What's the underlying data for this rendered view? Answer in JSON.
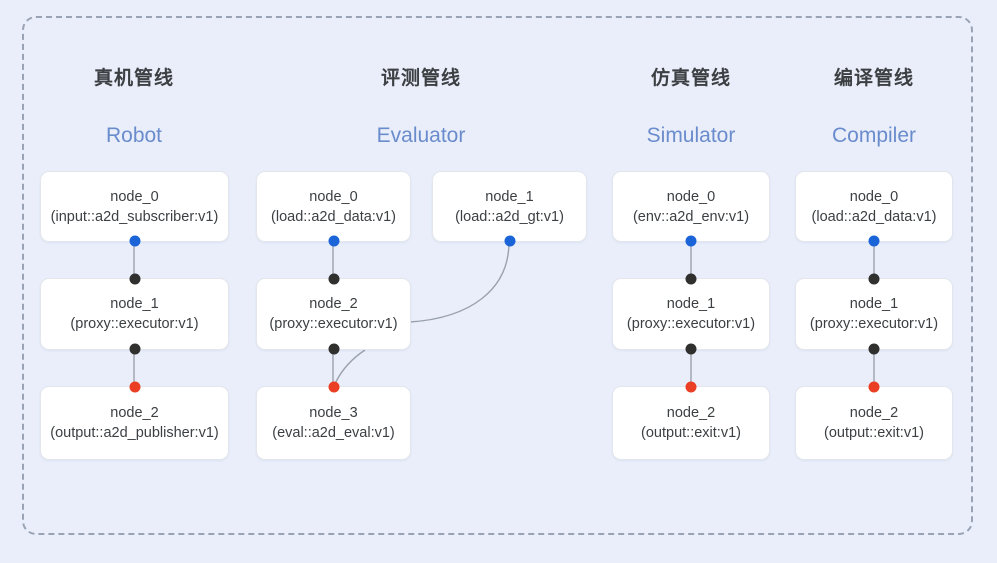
{
  "diagram": {
    "background_color": "#e9eefa",
    "frame_border_color": "#9aa3b4",
    "port_colors": {
      "output": "#1a64d8",
      "link": "#30302f",
      "input": "#ea3f25"
    },
    "columns": [
      {
        "id": "robot",
        "title_cn": "真机管线",
        "title_en": "Robot",
        "nodes": [
          {
            "name": "node_0",
            "type": "(input::a2d_subscriber:v1)"
          },
          {
            "name": "node_1",
            "type": "(proxy::executor:v1)"
          },
          {
            "name": "node_2",
            "type": "(output::a2d_publisher:v1)"
          }
        ]
      },
      {
        "id": "evaluator",
        "title_cn": "评测管线",
        "title_en": "Evaluator",
        "nodes": [
          {
            "name": "node_0",
            "type": "(load::a2d_data:v1)"
          },
          {
            "name": "node_1",
            "type": "(load::a2d_gt:v1)"
          },
          {
            "name": "node_2",
            "type": "(proxy::executor:v1)"
          },
          {
            "name": "node_3",
            "type": "(eval::a2d_eval:v1)"
          }
        ]
      },
      {
        "id": "simulator",
        "title_cn": "仿真管线",
        "title_en": "Simulator",
        "nodes": [
          {
            "name": "node_0",
            "type": "(env::a2d_env:v1)"
          },
          {
            "name": "node_1",
            "type": "(proxy::executor:v1)"
          },
          {
            "name": "node_2",
            "type": "(output::exit:v1)"
          }
        ]
      },
      {
        "id": "compiler",
        "title_cn": "编译管线",
        "title_en": "Compiler",
        "nodes": [
          {
            "name": "node_0",
            "type": "(load::a2d_data:v1)"
          },
          {
            "name": "node_1",
            "type": "(proxy::executor:v1)"
          },
          {
            "name": "node_2",
            "type": "(output::exit:v1)"
          }
        ]
      }
    ]
  }
}
